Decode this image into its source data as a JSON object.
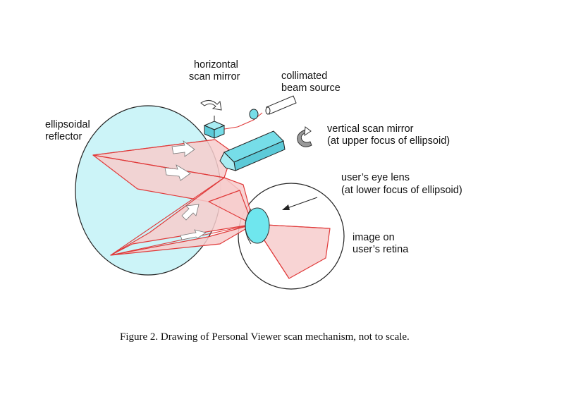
{
  "labels": {
    "horizontal_scan_mirror": [
      "horizontal",
      "scan mirror"
    ],
    "collimated_beam_source": [
      "collimated",
      "beam source"
    ],
    "ellipsoidal_reflector": [
      "ellipsoidal",
      "reflector"
    ],
    "vertical_scan_mirror": [
      "vertical scan mirror",
      "(at upper focus of ellipsoid)"
    ],
    "users_eye_lens": [
      "user’s eye lens",
      "(at lower focus of ellipsoid)"
    ],
    "image_on_retina": [
      "image on",
      "user’s retina"
    ]
  },
  "caption": "Figure 2.  Drawing of Personal Viewer scan mechanism, not to scale.",
  "colors": {
    "reflector_fill": "#ccf4f8",
    "beam_fill": "#f7cccc",
    "beam_stroke": "#e03a3a",
    "eye_lens_fill": "#6fe6ee",
    "outline": "#222222"
  }
}
